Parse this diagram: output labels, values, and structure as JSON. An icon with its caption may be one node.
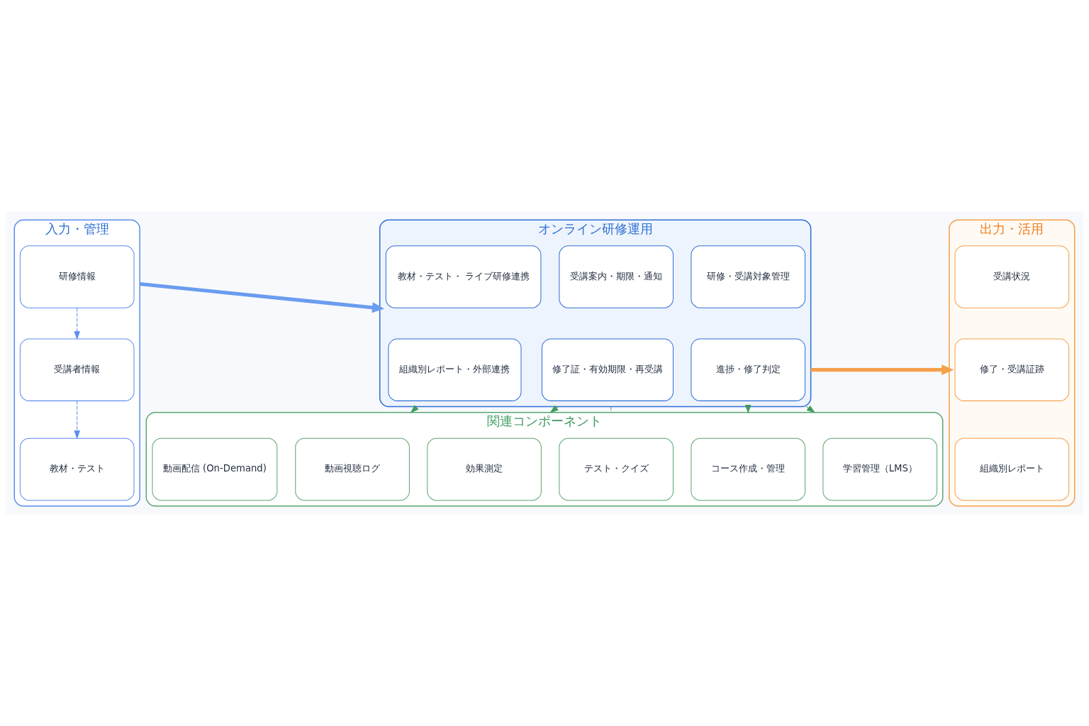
{
  "diagram": {
    "nodes": [
      {
        "text": [
          "入力・管理"
        ]
      },
      {
        "text": [
          "研修情報"
        ],
        "in": 0
      },
      {
        "text": [
          "受講者情報"
        ],
        "in": 0
      },
      {
        "text": [
          "教材・テスト"
        ],
        "in": 0
      },
      {
        "text": [
          "オンライン研修運用"
        ]
      },
      {
        "text": [
          "研修・受講対象管理"
        ],
        "in": 4
      },
      {
        "text": [
          "受講案内・期限・通知"
        ],
        "in": 4
      },
      {
        "text": [
          "教材・テスト・ ライブ研修連携"
        ],
        "in": 4
      },
      {
        "text": [
          "進捗・修了判定"
        ],
        "in": 4
      },
      {
        "text": [
          "修了証・有効期限・再受講"
        ],
        "in": 4
      },
      {
        "text": [
          "組織別レポート・外部連携"
        ],
        "in": 4
      },
      {
        "text": [
          "出力・活用"
        ]
      },
      {
        "text": [
          "受講状況"
        ],
        "in": 11
      },
      {
        "text": [
          "修了・受講証跡"
        ],
        "in": 11
      },
      {
        "text": [
          "組織別レポート"
        ],
        "in": 11
      },
      {
        "text": [
          "関連コンポーネント"
        ]
      },
      {
        "text": [
          "学習管理（LMS）"
        ],
        "in": 15
      },
      {
        "text": [
          "コース作成・管理"
        ],
        "in": 15
      },
      {
        "text": [
          "テスト・クイズ"
        ],
        "in": 15
      },
      {
        "text": [
          "効果測定"
        ],
        "in": 15
      },
      {
        "text": [
          "動画視聴ログ"
        ],
        "in": 15
      },
      {
        "text": [
          "動画配信 (On-Demand)"
        ],
        "in": 15
      }
    ],
    "edges": [
      {
        "from": 1,
        "to": 2,
        "arrow": "to",
        "style": "dashed",
        "color": "#5b8def"
      },
      {
        "from": 2,
        "to": 3,
        "arrow": "to",
        "style": "dashed",
        "color": "#5b8def"
      },
      {
        "from": 0,
        "to": 4,
        "arrow": "to",
        "style": "thick",
        "color": "#6a9cef"
      },
      {
        "from": 4,
        "to": 11,
        "arrow": "to",
        "style": "thick",
        "color": "#f5a04a"
      },
      {
        "from": 4,
        "to": 15,
        "arrow": "to",
        "style": "dashed"
      },
      {
        "from": 4,
        "to": 15,
        "arrow": "to",
        "style": "dashed"
      },
      {
        "from": 4,
        "to": 15,
        "arrow": "none",
        "style": "dashed"
      },
      {
        "from": 4,
        "to": 15,
        "arrow": "to",
        "style": "dashed"
      },
      {
        "from": 4,
        "to": 15,
        "arrow": "to",
        "style": "dashed"
      }
    ]
  }
}
